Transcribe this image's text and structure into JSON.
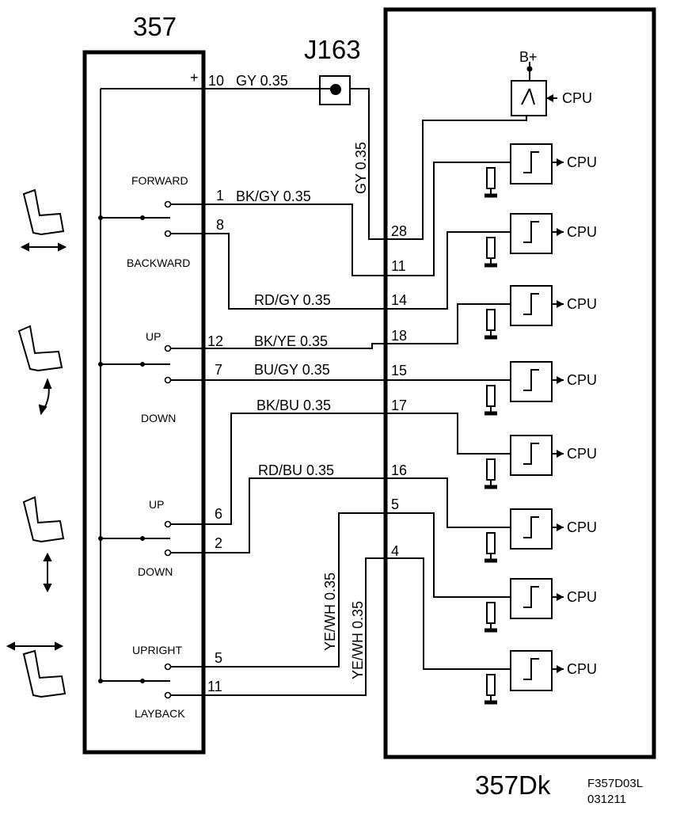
{
  "modules": {
    "switch": {
      "label": "357"
    },
    "control": {
      "label": "357Dk"
    },
    "connector": {
      "label": "J163"
    },
    "supply": {
      "label": "B+"
    }
  },
  "figure_code": {
    "line1": "F357D03L",
    "line2": "031211"
  },
  "switch_labels": {
    "forward": "FORWARD",
    "backward": "BACKWARD",
    "up1": "UP",
    "down1": "DOWN",
    "up2": "UP",
    "down2": "DOWN",
    "upright": "UPRIGHT",
    "layback": "LAYBACK"
  },
  "power": {
    "sign": "+",
    "pin": "10",
    "wire": "GY 0.35",
    "wire_vertical": "GY 0.35"
  },
  "wires": [
    {
      "pin_left": "1",
      "color": "BK/GY 0.35",
      "pin_right": "11"
    },
    {
      "pin_left": "8",
      "color": "RD/GY 0.35",
      "pin_right": "14"
    },
    {
      "pin_left": "12",
      "color": "BK/YE 0.35",
      "pin_right": "18"
    },
    {
      "pin_left": "7",
      "color": "BU/GY 0.35",
      "pin_right": "15"
    },
    {
      "pin_left": "6",
      "color": "BK/BU 0.35",
      "pin_right": "17"
    },
    {
      "pin_left": "2",
      "color": "RD/BU 0.35",
      "pin_right": "16"
    },
    {
      "pin_left": "5",
      "color": "YE/WH 0.35",
      "pin_right": "5"
    },
    {
      "pin_left": "11",
      "color": "YE/WH 0.35",
      "pin_right": "4"
    }
  ],
  "pin_28": "28",
  "cpu_label": "CPU"
}
